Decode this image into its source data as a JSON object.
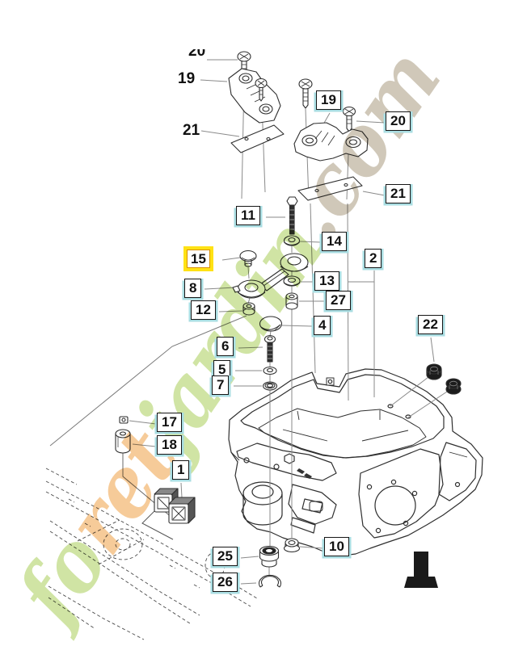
{
  "labels": {
    "1": "1",
    "2": "2",
    "4": "4",
    "5": "5",
    "6": "6",
    "7": "7",
    "8": "8",
    "10": "10",
    "11": "11",
    "12": "12",
    "13": "13",
    "14": "14",
    "15": "15",
    "17": "17",
    "18": "18",
    "19": "19",
    "20": "20",
    "21": "21",
    "22": "22",
    "25": "25",
    "26": "26",
    "27": "27"
  },
  "highlighted_label": "15",
  "watermark": {
    "segments": [
      {
        "text": "fo",
        "color": "#cbe29b"
      },
      {
        "text": "ret",
        "color": "#f6c68e"
      },
      {
        "text": "jardin",
        "color": "#cbe29b"
      },
      {
        "text": ".com",
        "color": "#cbc3b2"
      }
    ]
  },
  "colors": {
    "part_line": "#2f2f2f",
    "leader_line": "#8a8a8a",
    "label_border": "#161616",
    "label_halo": "#a9dde2",
    "highlight_bg": "#ffe215",
    "highlight_border": "#d98f00",
    "arrow": "#1a1a1a"
  }
}
